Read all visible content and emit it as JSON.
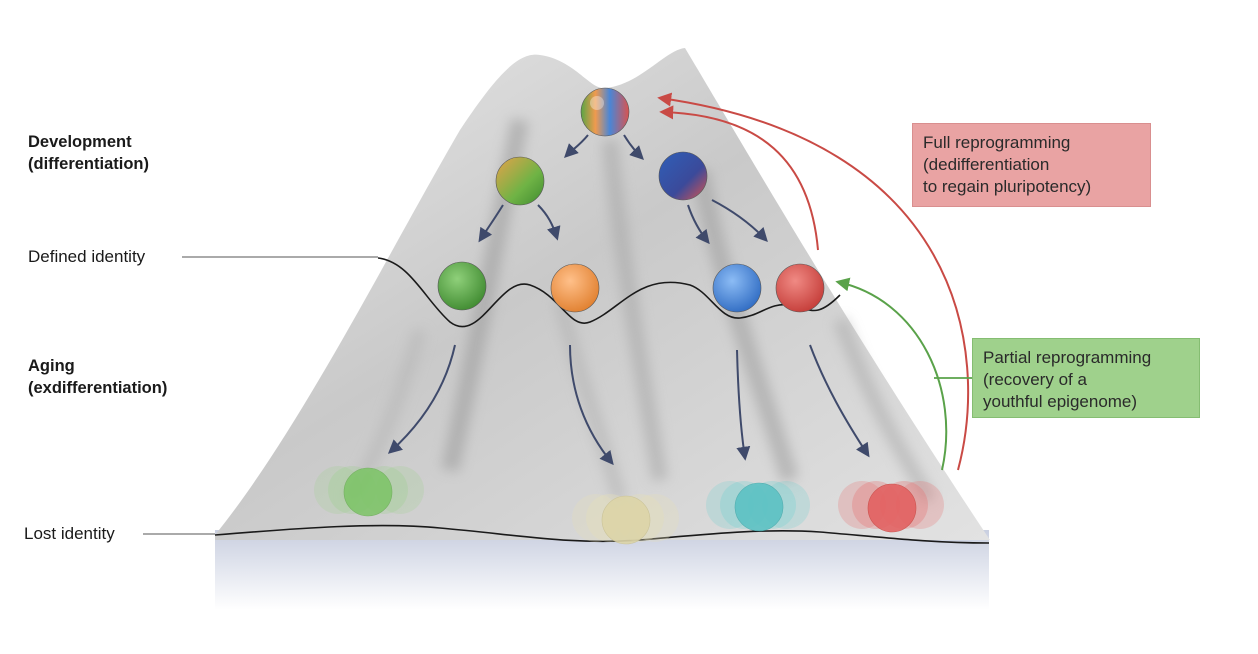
{
  "labels": {
    "development": [
      "Development",
      "(differentiation)"
    ],
    "defined_identity": "Defined identity",
    "aging": [
      "Aging",
      "(exdifferentiation)"
    ],
    "lost_identity": "Lost identity"
  },
  "boxes": {
    "full_reprogramming": {
      "lines": [
        "Full reprogramming",
        "(dedifferentiation",
        "to regain pluripotency)"
      ],
      "color": "#e9a3a3",
      "border": "#d98f8f",
      "arrow_color": "#c94a45"
    },
    "partial_reprogramming": {
      "lines": [
        "Partial reprogramming",
        "(recovery of a",
        "youthful epigenome)"
      ],
      "color": "#9fd18c",
      "border": "#85bd72",
      "arrow_color": "#5aa24a"
    }
  },
  "colors": {
    "arrow": "#3f4a6b",
    "cell_green": "#5aa545",
    "cell_orange": "#f09a4e",
    "cell_blue": "#4a86d6",
    "cell_red": "#d9534f",
    "cell_teal": "#6fcfd0",
    "cell_cream": "#e6dfb8",
    "cell_pale_green": "#8fd07a",
    "cell_pale_red": "#e86a6a"
  }
}
